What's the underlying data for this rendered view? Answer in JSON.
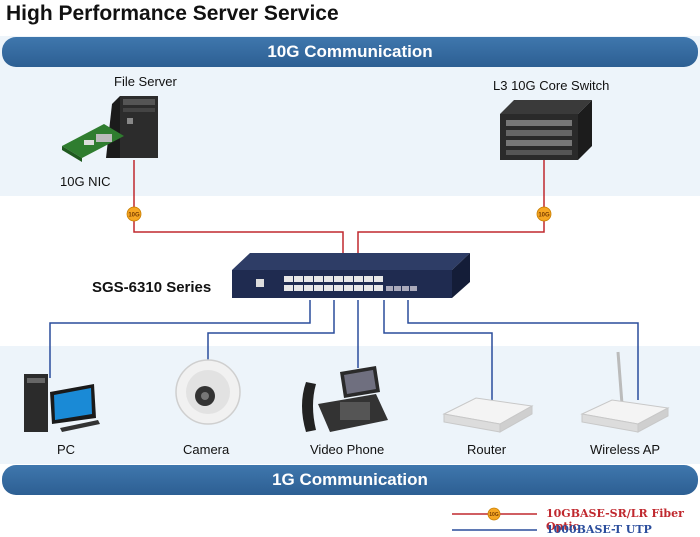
{
  "title": "High Performance Server Service",
  "bands": {
    "top": "10G Communication",
    "bottom": "1G Communication"
  },
  "labels": {
    "file_server": "File Server",
    "nic": "10G NIC",
    "core_switch": "L3 10G Core Switch",
    "switch_series": "SGS-6310 Series",
    "pc": "PC",
    "camera": "Camera",
    "video_phone": "Video Phone",
    "router": "Router",
    "wireless_ap": "Wireless AP"
  },
  "fiber_badge": "10G",
  "legend": {
    "fiber": "10GBASE-SR/LR Fiber Optic",
    "utp": "1000BASE-T UTP"
  },
  "colors": {
    "fiber": "#c0282e",
    "utp": "#2a4d9c",
    "band_bar": "#356aa0",
    "badge": "#f5a623"
  }
}
